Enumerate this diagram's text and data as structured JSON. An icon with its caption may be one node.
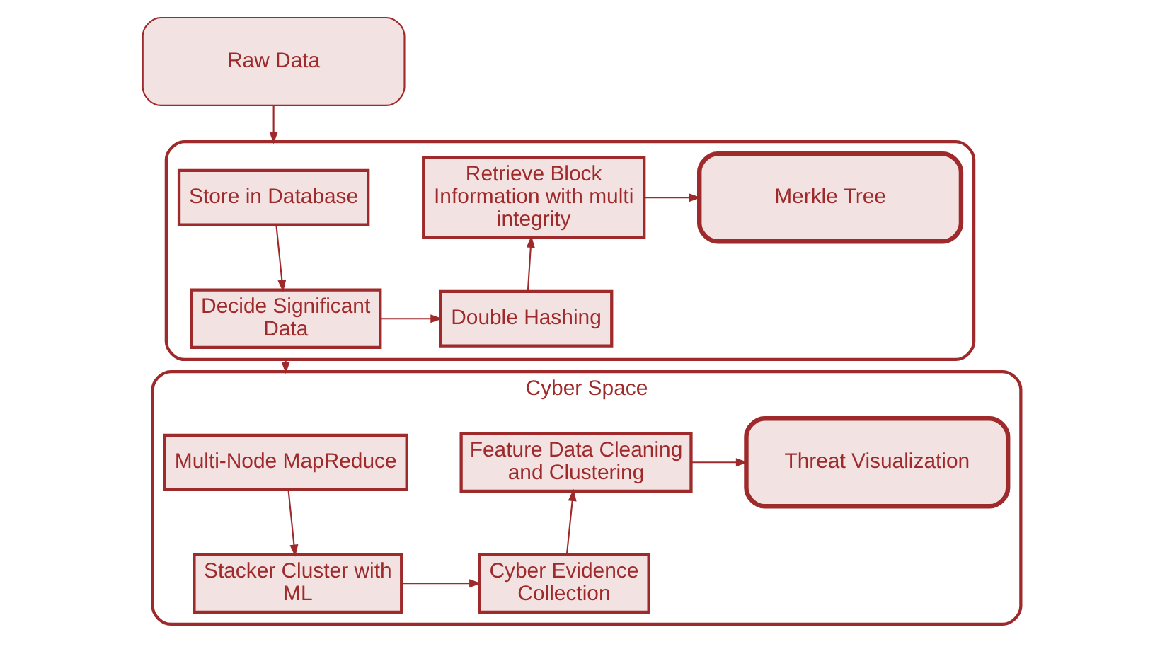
{
  "diagram": {
    "nodes": [
      {
        "text": [
          "Raw Data"
        ]
      },
      {
        "text": [],
        "shape": "box"
      },
      {
        "text": [
          "Store in Database"
        ],
        "in": 1
      },
      {
        "text": [
          "Decide Significant Data"
        ],
        "in": 1
      },
      {
        "text": [
          "Double Hashing"
        ],
        "in": 1
      },
      {
        "text": [
          "Retrieve Block Information with multi integrity"
        ],
        "in": 1
      },
      {
        "text": [
          "Merkle Tree"
        ],
        "in": 1
      },
      {
        "text": [
          "Cyber Space"
        ]
      },
      {
        "text": [
          "Multi-Node MapReduce"
        ],
        "in": 7
      },
      {
        "text": [
          "Stacker Cluster with ML"
        ],
        "in": 7
      },
      {
        "text": [
          "Cyber Evidence Collection"
        ],
        "in": 7
      },
      {
        "text": [
          "Feature Data Cleaning and Clustering"
        ],
        "in": 7
      },
      {
        "text": [
          "Threat Visualization"
        ],
        "in": 7
      }
    ],
    "edges": [
      {
        "from": 0,
        "to": 1,
        "arrow": "to"
      },
      {
        "from": 2,
        "to": 3,
        "arrow": "to"
      },
      {
        "from": 3,
        "to": 4,
        "arrow": "to"
      },
      {
        "from": 4,
        "to": 5,
        "arrow": "to"
      },
      {
        "from": 5,
        "to": 6,
        "arrow": "to"
      },
      {
        "from": 1,
        "to": 7,
        "arrow": "to"
      },
      {
        "from": 8,
        "to": 9,
        "arrow": "to"
      },
      {
        "from": 9,
        "to": 10,
        "arrow": "to"
      },
      {
        "from": 10,
        "to": 11,
        "arrow": "to"
      },
      {
        "from": 11,
        "to": 12,
        "arrow": "to"
      }
    ]
  }
}
